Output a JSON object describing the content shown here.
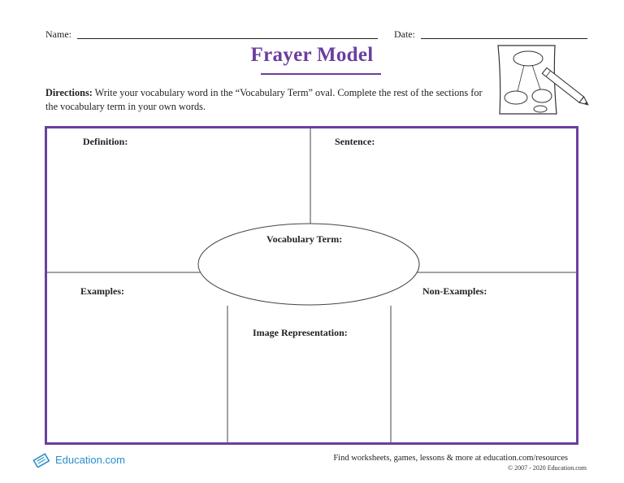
{
  "header": {
    "name_label": "Name:",
    "date_label": "Date:"
  },
  "title": "Frayer Model",
  "directions": {
    "lead": "Directions:",
    "text": " Write your vocabulary word in the “Vocabulary Term” oval. Complete the rest of the sections for the vocabulary term in your own words."
  },
  "sections": {
    "definition": "Definition:",
    "sentence": "Sentence:",
    "vocabulary_term": "Vocabulary Term:",
    "examples": "Examples:",
    "non_examples": "Non-Examples:",
    "image_representation": "Image Representation:"
  },
  "footer": {
    "find_text": "Find worksheets, games, lessons & more at education.com/resources",
    "copyright": "© 2007 - 2020 Education.com",
    "logo_text": "Education.com"
  },
  "colors": {
    "accent": "#6b3fa0",
    "logo": "#2a8fc8"
  },
  "icons": {
    "clipart": "frayer-diagram-with-pencil-icon",
    "logo": "education-logo-icon"
  }
}
